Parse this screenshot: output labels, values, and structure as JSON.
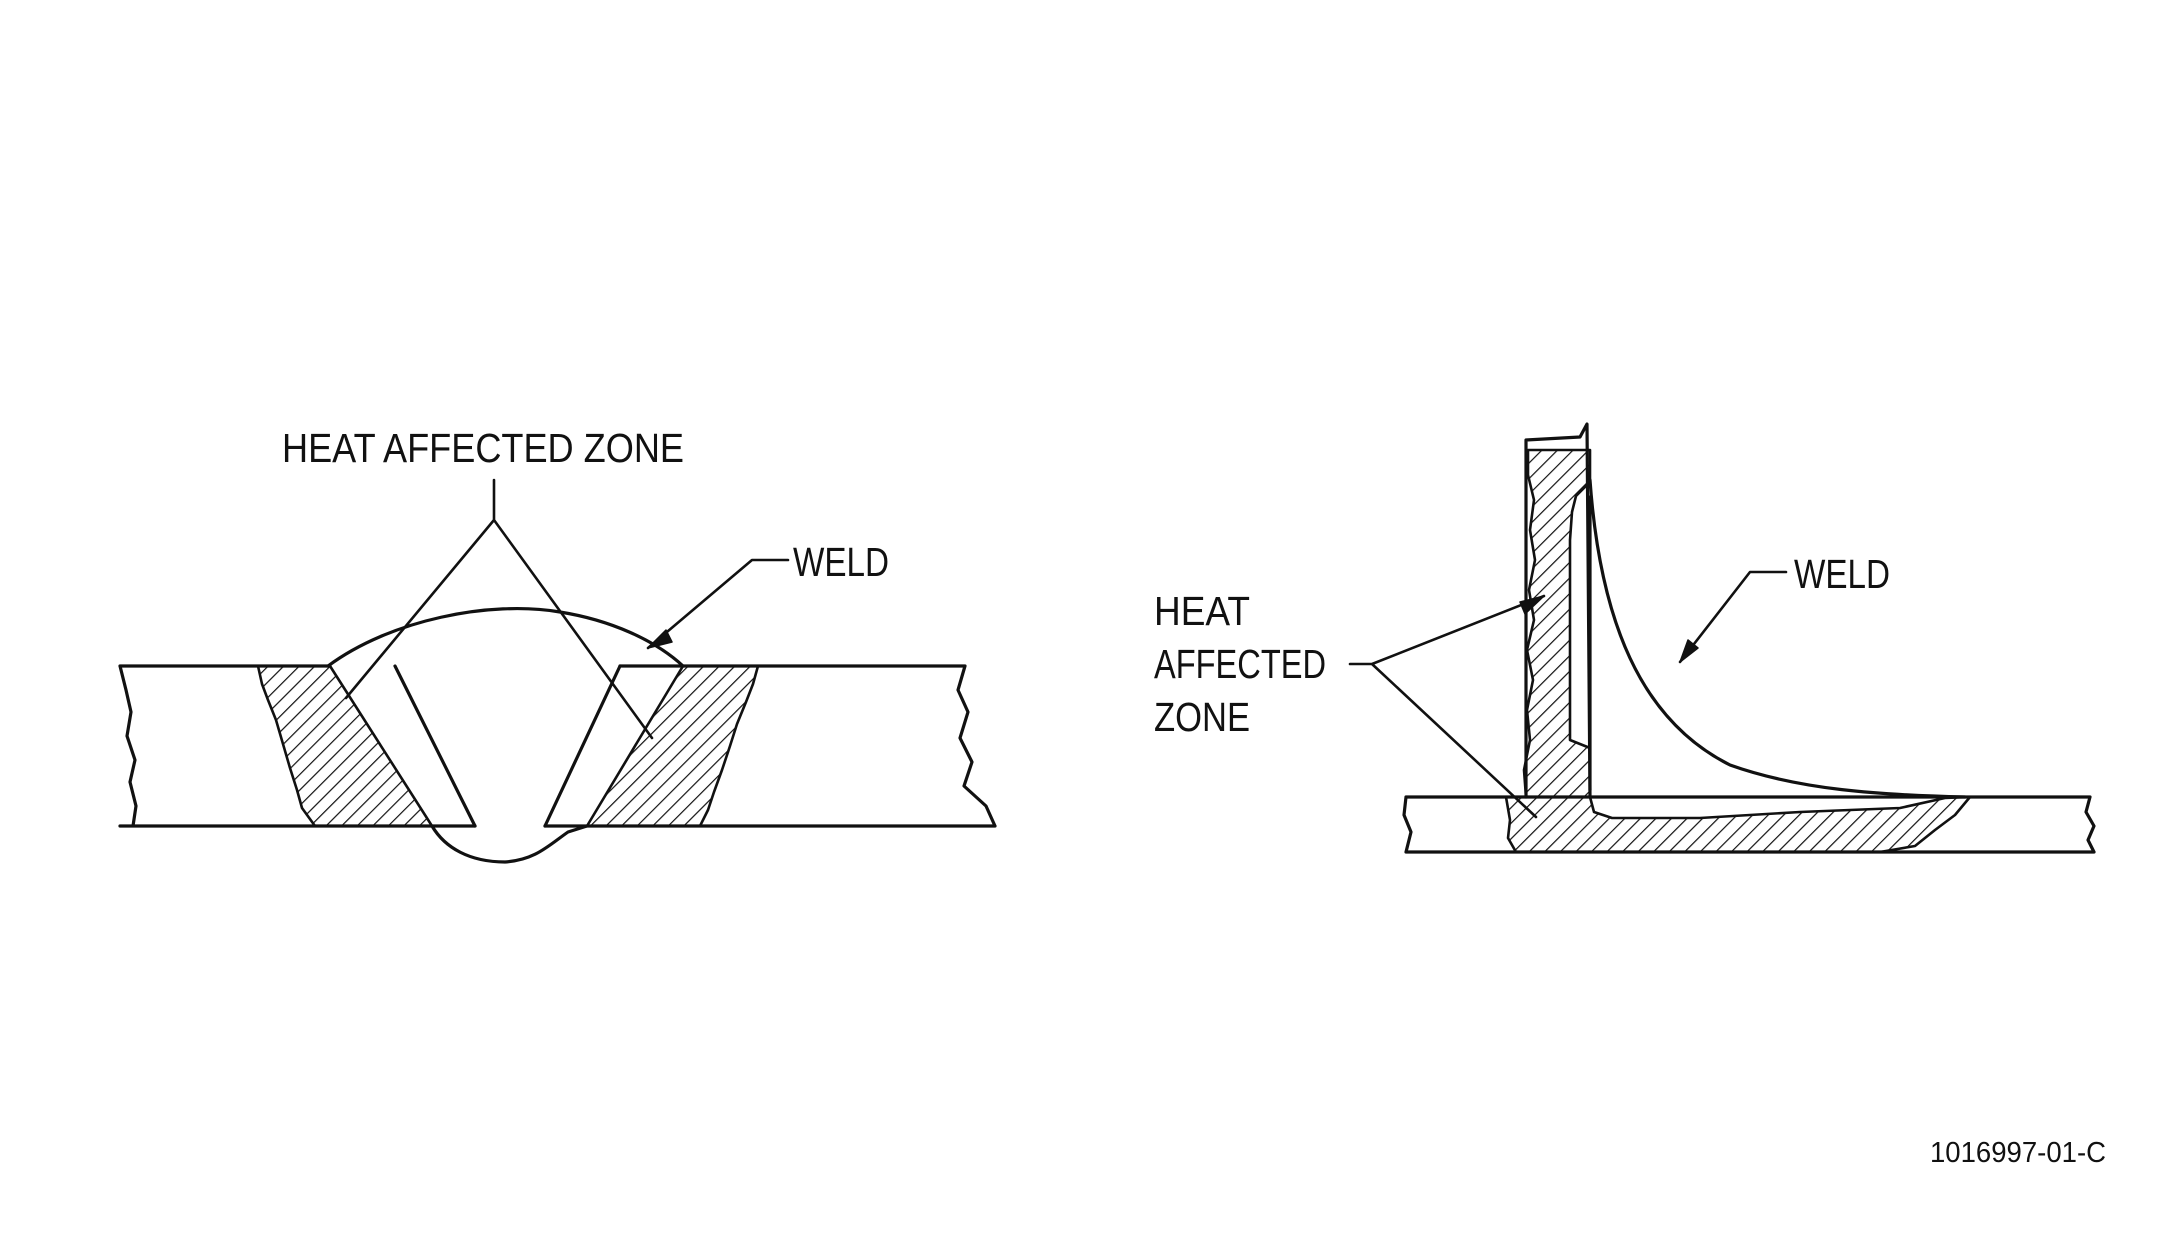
{
  "left_figure": {
    "haz_label": "HEAT AFFECTED ZONE",
    "weld_label": "WELD"
  },
  "right_figure": {
    "haz_label_lines": [
      "HEAT",
      "AFFECTED",
      "ZONE"
    ],
    "weld_label": "WELD"
  },
  "figure_id": "1016997-01-C",
  "colors": {
    "ink": "#111111",
    "background": "#ffffff"
  }
}
